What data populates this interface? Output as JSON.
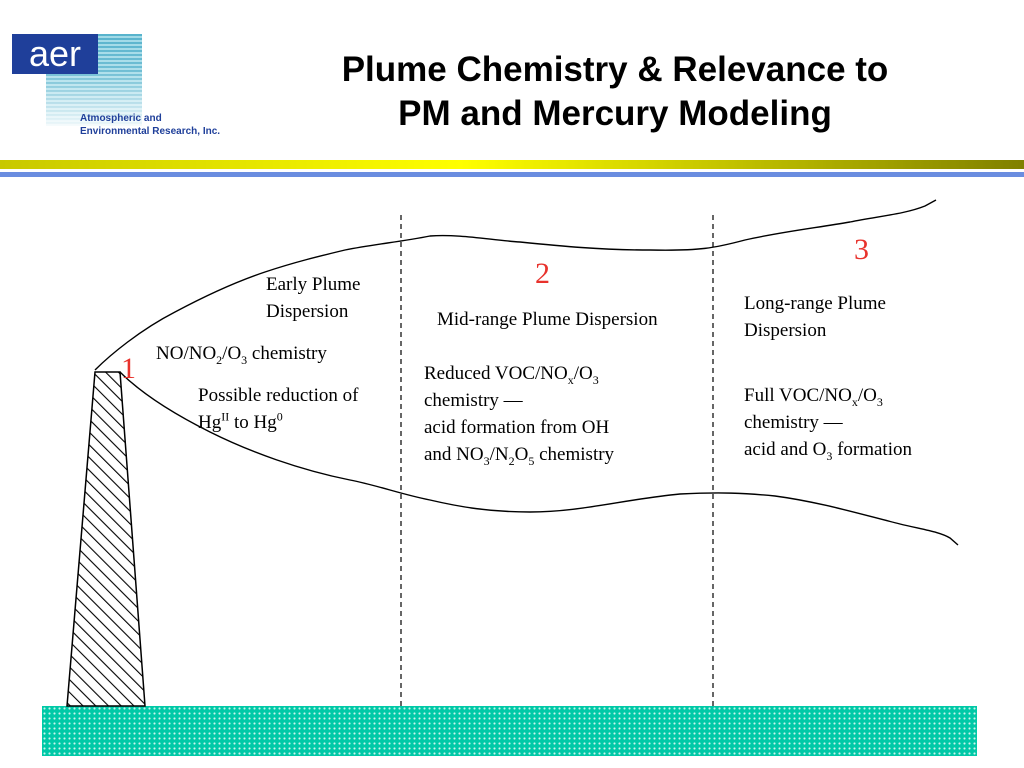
{
  "logo": {
    "wordmark": "aer",
    "name_line1": "Atmospheric and",
    "name_line2": "Environmental Research, Inc."
  },
  "title": {
    "line1": "Plume Chemistry & Relevance to",
    "line2": "PM and Mercury Modeling"
  },
  "stages": [
    {
      "number": "1"
    },
    {
      "number": "2"
    },
    {
      "number": "3"
    }
  ],
  "labels": {
    "early_line1": "Early Plume",
    "early_line2": "Dispersion",
    "no_chem": {
      "a": "NO/NO",
      "a_sub": "2",
      "b": "/O",
      "b_sub": "3",
      "c": " chemistry"
    },
    "hg_line1": "Possible reduction of",
    "hg": {
      "a": "Hg",
      "a_sup": "II",
      "b": " to Hg",
      "b_sup": "0"
    },
    "mid_title": "Mid-range Plume Dispersion",
    "mid_voc": {
      "a": "Reduced VOC/NO",
      "a_sub": "x",
      "b": "/O",
      "b_sub": "3"
    },
    "mid_line2": "chemistry —",
    "mid_line3": "acid formation from OH",
    "mid_line4": {
      "a": "and NO",
      "a_sub": "3",
      "b": "/N",
      "b_sub": "2",
      "c": "O",
      "c_sub": "5",
      "d": " chemistry"
    },
    "long_line1": "Long-range Plume",
    "long_line2": "Dispersion",
    "long_voc": {
      "a": "Full VOC/NO",
      "a_sub": "x",
      "b": "/O",
      "b_sub": "3"
    },
    "long_line2b": "chemistry —",
    "long_line3": {
      "a": "acid and O",
      "a_sub": "3",
      "b": " formation"
    }
  },
  "colors": {
    "stage_number": "#e8322c",
    "ground": "#00c9a7",
    "logo_blue": "#1f3f9a"
  }
}
